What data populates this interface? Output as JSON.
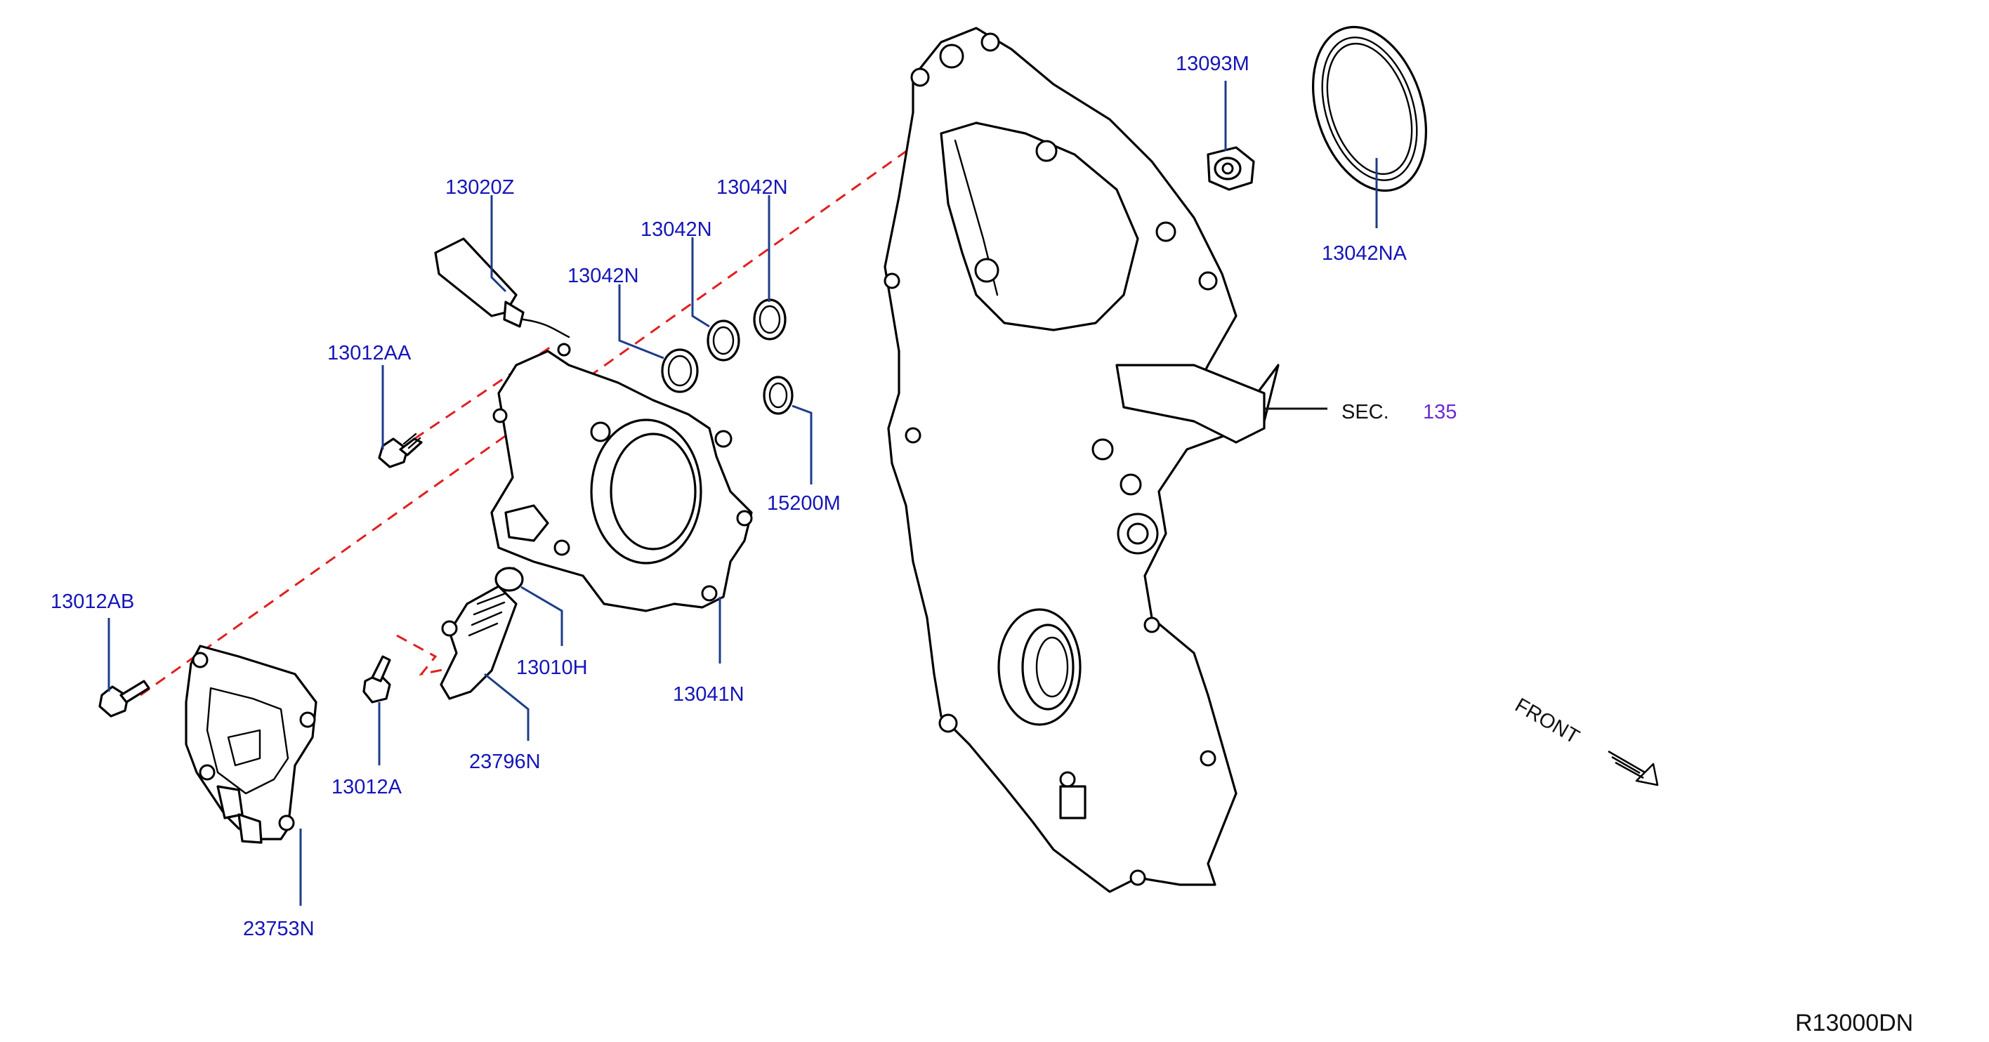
{
  "diagram_code": "R13000DN",
  "front_label": "FRONT",
  "section_ref": {
    "prefix": "SEC.",
    "number": "135"
  },
  "callouts": [
    {
      "id": "c-13020z",
      "label": "13020Z"
    },
    {
      "id": "c-13042n-a",
      "label": "13042N"
    },
    {
      "id": "c-13042n-b",
      "label": "13042N"
    },
    {
      "id": "c-13042n-c",
      "label": "13042N"
    },
    {
      "id": "c-13012aa",
      "label": "13012AA"
    },
    {
      "id": "c-15200m",
      "label": "15200M"
    },
    {
      "id": "c-13012ab",
      "label": "13012AB"
    },
    {
      "id": "c-13010h",
      "label": "13010H"
    },
    {
      "id": "c-13041n",
      "label": "13041N"
    },
    {
      "id": "c-13012a",
      "label": "13012A"
    },
    {
      "id": "c-23796n",
      "label": "23796N"
    },
    {
      "id": "c-23753n",
      "label": "23753N"
    },
    {
      "id": "c-13093m",
      "label": "13093M"
    },
    {
      "id": "c-13042na",
      "label": "13042NA"
    }
  ],
  "colors": {
    "part_label": "#1515b8",
    "reference_line": "#e02020",
    "section_number": "#6a2bd0",
    "outline": "#000000"
  }
}
